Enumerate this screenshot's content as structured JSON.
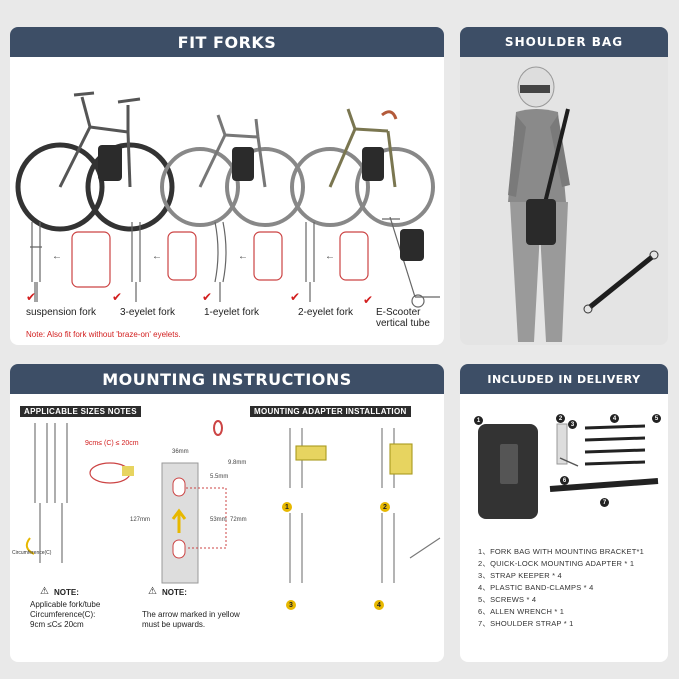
{
  "fit_forks": {
    "title": "FIT FORKS",
    "labels": [
      "suspension fork",
      "3-eyelet fork",
      "1-eyelet fork",
      "2-eyelet fork",
      "E-Scooter vertical tube"
    ],
    "note": "Note: Also fit fork without 'braze-on' eyelets."
  },
  "shoulder_bag": {
    "title": "SHOULDER BAG"
  },
  "mounting": {
    "title": "MOUNTING INSTRUCTIONS",
    "sizes_tag": "APPLICABLE SIZES NOTES",
    "adapter_tag": "MOUNTING ADAPTER INSTALLATION",
    "range_label": "9cm≤ (C) ≤ 20cm",
    "circumference_label": "Circumference(C)",
    "note1_title": "NOTE:",
    "note1_lines": [
      "Applicable fork/tube",
      "Circumference(C):",
      "9cm ≤C≤ 20cm"
    ],
    "note2_title": "NOTE:",
    "note2_lines": [
      "The arrow marked in yellow",
      "must be upwards."
    ],
    "dims": {
      "width": "36mm",
      "height": "127mm",
      "slot_gap": "53mm",
      "slot_span": "72mm",
      "hole_w": "5.5mm",
      "hole_h": "9.8mm"
    },
    "steps": [
      "1",
      "2",
      "3",
      "4"
    ]
  },
  "included": {
    "title": "INCLUDED IN DELIVERY",
    "numbers": [
      "1",
      "2",
      "3",
      "4",
      "5",
      "6",
      "7"
    ],
    "items": [
      "1、FORK BAG WITH MOUNTING BRACKET*1",
      "2、QUICK-LOCK MOUNTING ADAPTER * 1",
      "3、STRAP KEEPER * 4",
      "4、PLASTIC BAND-CLAMPS * 4",
      "5、SCREWS * 4",
      "6、ALLEN WRENCH * 1",
      "7、SHOULDER STRAP * 1"
    ]
  },
  "colors": {
    "header": "#3d4e66",
    "accent_red": "#d21e1e",
    "accent_yellow": "#e7b800"
  }
}
